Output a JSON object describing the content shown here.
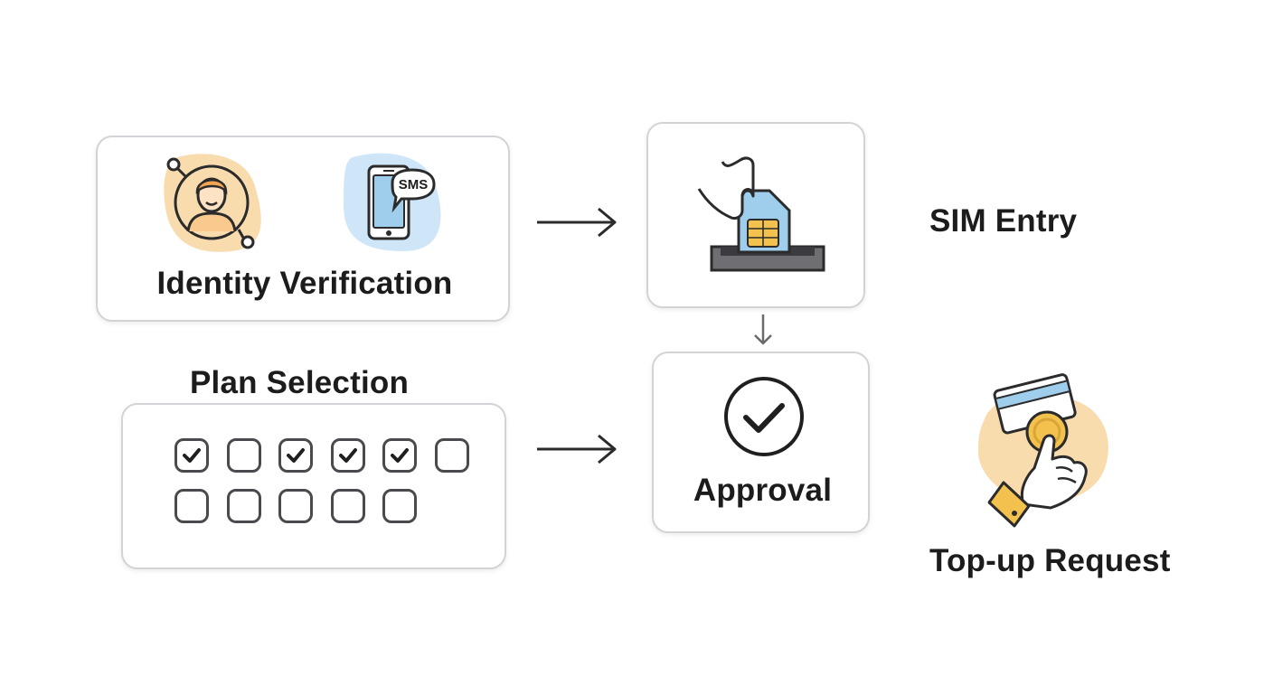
{
  "steps": {
    "identity": {
      "label": "Identity Verification",
      "sms_badge": "SMS"
    },
    "plan": {
      "label": "Plan Selection",
      "checkboxes": [
        true,
        false,
        true,
        true,
        true,
        false,
        false,
        false,
        false,
        false,
        false
      ]
    },
    "sim": {
      "label": "SIM Entry"
    },
    "approval": {
      "label": "Approval"
    },
    "topup": {
      "label": "Top-up Request"
    }
  },
  "colors": {
    "card_border": "#d3d3d7",
    "peach": "#f8dcae",
    "light_blue": "#cfe6f8",
    "sim_blue": "#9fcdec",
    "chip_gold": "#f2c14e",
    "text": "#1c1c1c"
  }
}
